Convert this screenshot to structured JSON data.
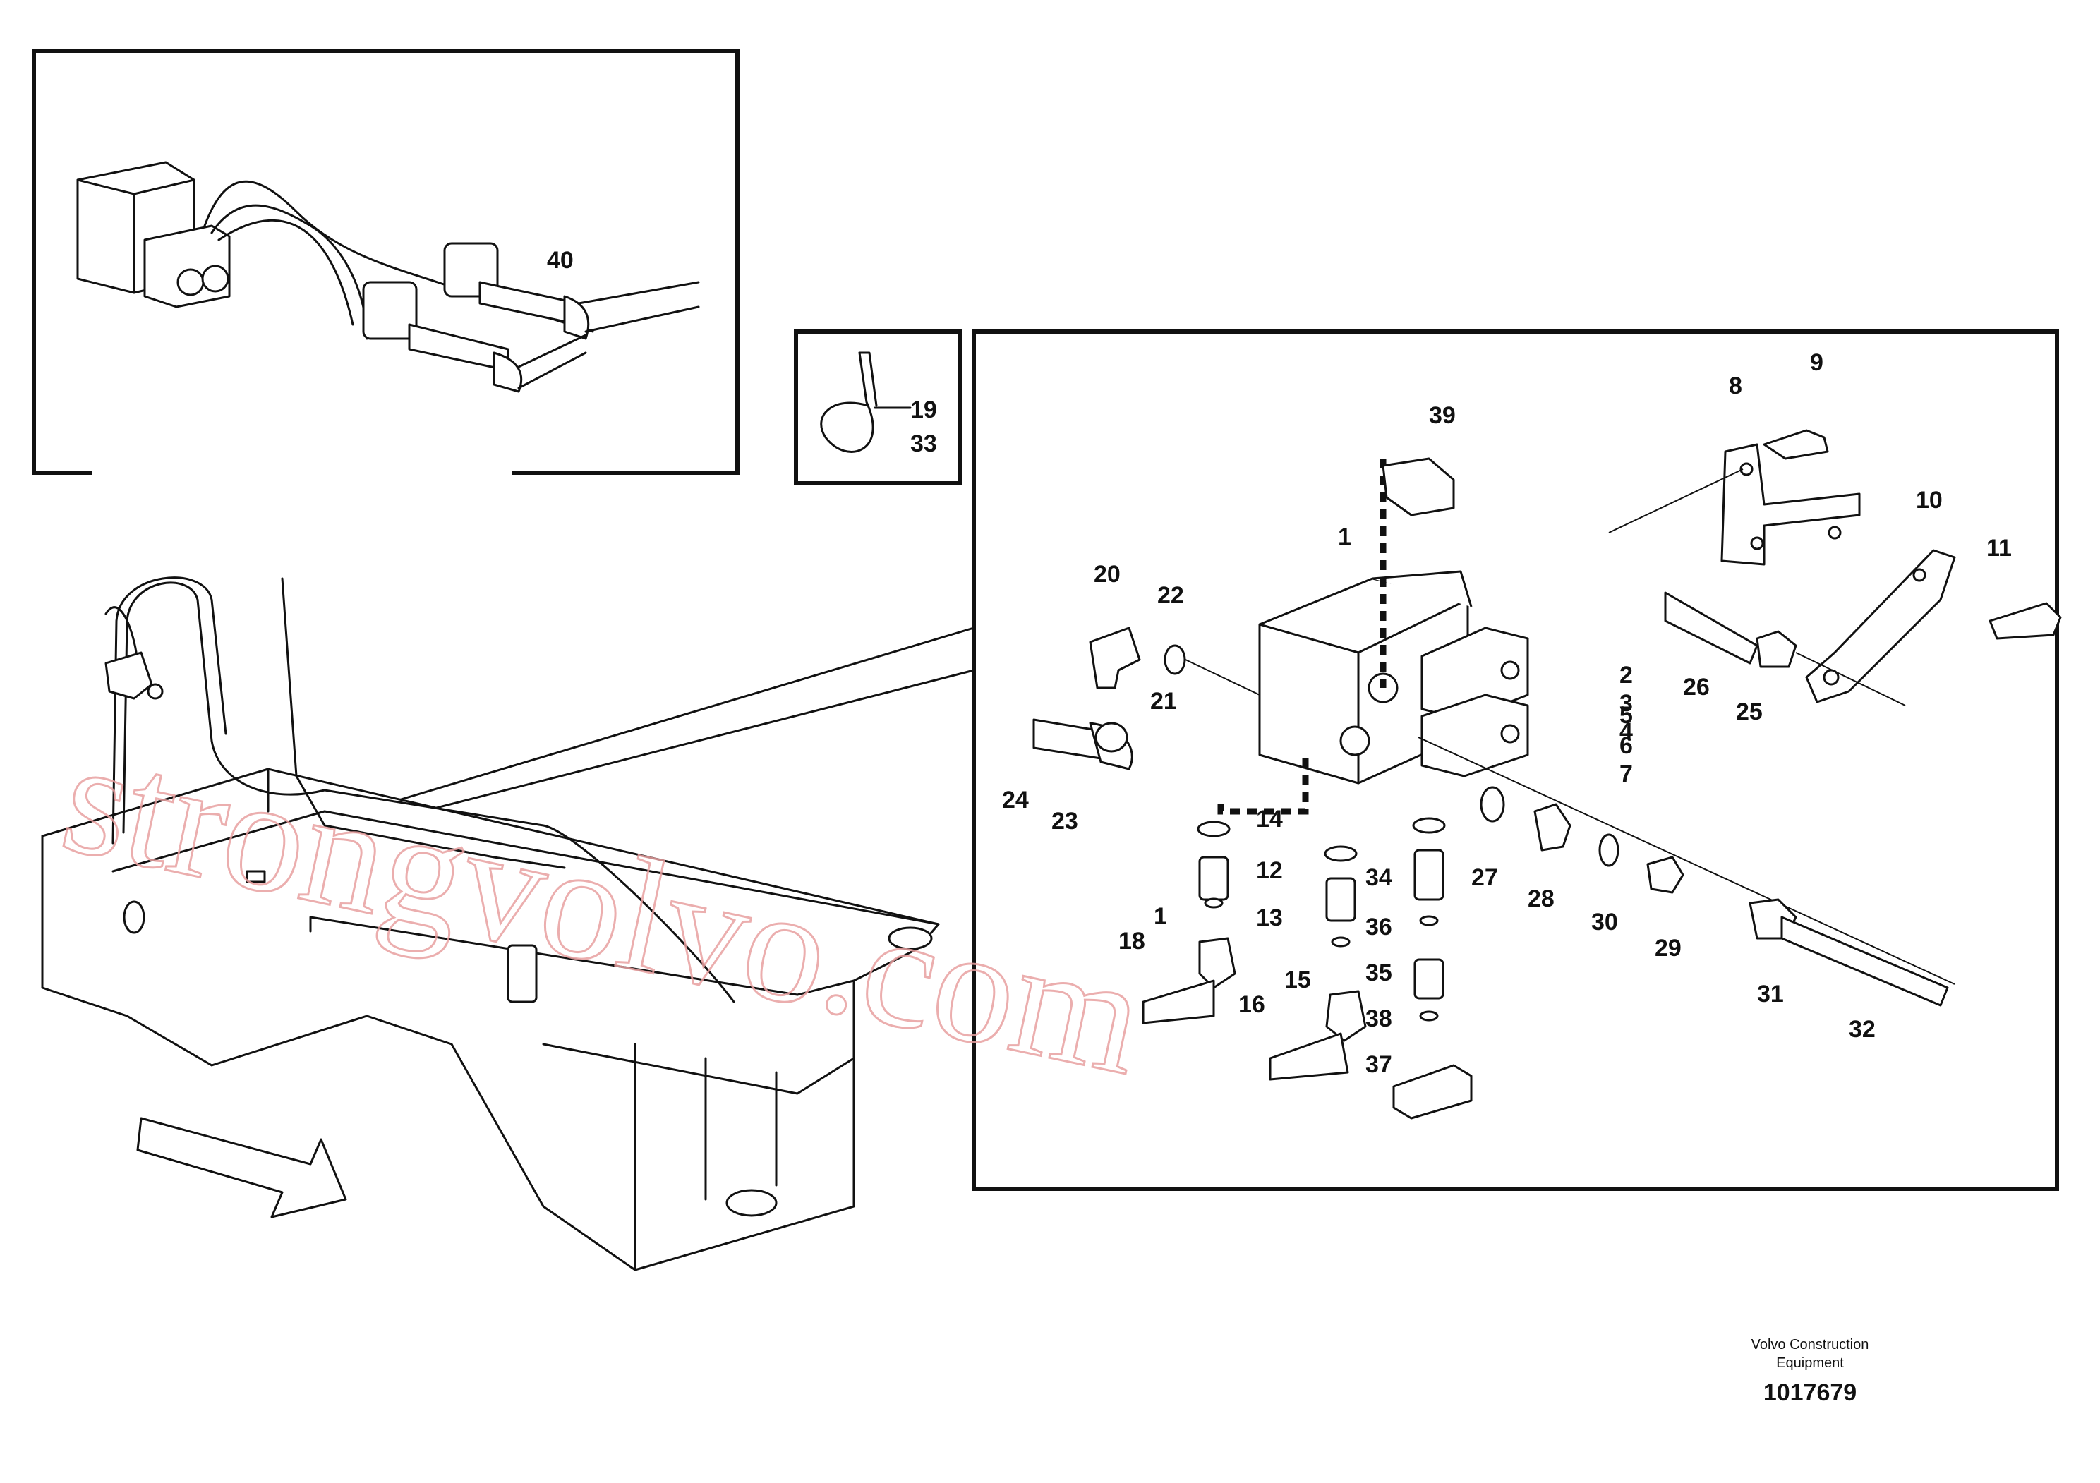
{
  "callouts": [
    {
      "id": "c40",
      "label": "40"
    },
    {
      "id": "c19",
      "label": "19"
    },
    {
      "id": "c33",
      "label": "33"
    },
    {
      "id": "c39",
      "label": "39"
    },
    {
      "id": "c1a",
      "label": "1"
    },
    {
      "id": "c20",
      "label": "20"
    },
    {
      "id": "c22",
      "label": "22"
    },
    {
      "id": "c21",
      "label": "21"
    },
    {
      "id": "c24",
      "label": "24"
    },
    {
      "id": "c23",
      "label": "23"
    },
    {
      "id": "c14",
      "label": "14"
    },
    {
      "id": "c12",
      "label": "12"
    },
    {
      "id": "c13",
      "label": "13"
    },
    {
      "id": "c1b",
      "label": "1"
    },
    {
      "id": "c18",
      "label": "18"
    },
    {
      "id": "c15",
      "label": "15"
    },
    {
      "id": "c16",
      "label": "16"
    },
    {
      "id": "c34",
      "label": "34"
    },
    {
      "id": "c36",
      "label": "36"
    },
    {
      "id": "c35",
      "label": "35"
    },
    {
      "id": "c38",
      "label": "38"
    },
    {
      "id": "c37",
      "label": "37"
    },
    {
      "id": "c2",
      "label": "2"
    },
    {
      "id": "c3",
      "label": "3"
    },
    {
      "id": "c4",
      "label": "4"
    },
    {
      "id": "c5",
      "label": "5"
    },
    {
      "id": "c6",
      "label": "6"
    },
    {
      "id": "c7",
      "label": "7"
    },
    {
      "id": "c27",
      "label": "27"
    },
    {
      "id": "c28",
      "label": "28"
    },
    {
      "id": "c30",
      "label": "30"
    },
    {
      "id": "c29",
      "label": "29"
    },
    {
      "id": "c31",
      "label": "31"
    },
    {
      "id": "c32",
      "label": "32"
    },
    {
      "id": "c8",
      "label": "8"
    },
    {
      "id": "c9",
      "label": "9"
    },
    {
      "id": "c10",
      "label": "10"
    },
    {
      "id": "c11",
      "label": "11"
    },
    {
      "id": "c26",
      "label": "26"
    },
    {
      "id": "c25",
      "label": "25"
    }
  ],
  "caption": {
    "line1": "Volvo Construction",
    "line2": "Equipment",
    "number": "1017679"
  },
  "watermark": "strongvolvo.com"
}
